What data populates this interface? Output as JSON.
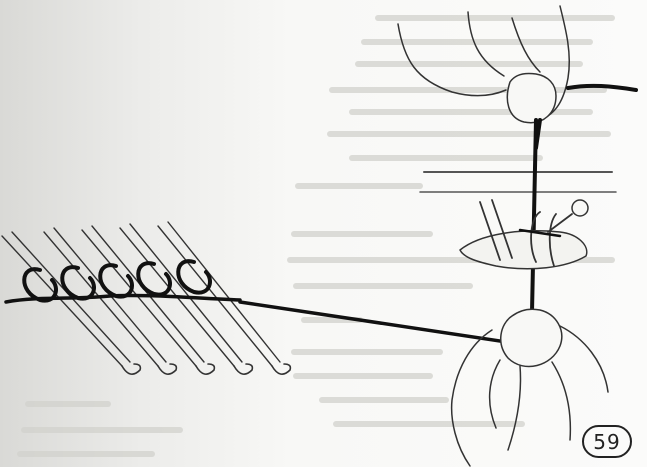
{
  "figure": {
    "number": "59"
  },
  "colors": {
    "ink": "#222222",
    "faded_text": "#c9c9c4",
    "paper": "#f8f8f6"
  },
  "icons": {
    "left_group": "crochet-hooks-with-loops",
    "right_group": "hands-holding-yarn"
  }
}
